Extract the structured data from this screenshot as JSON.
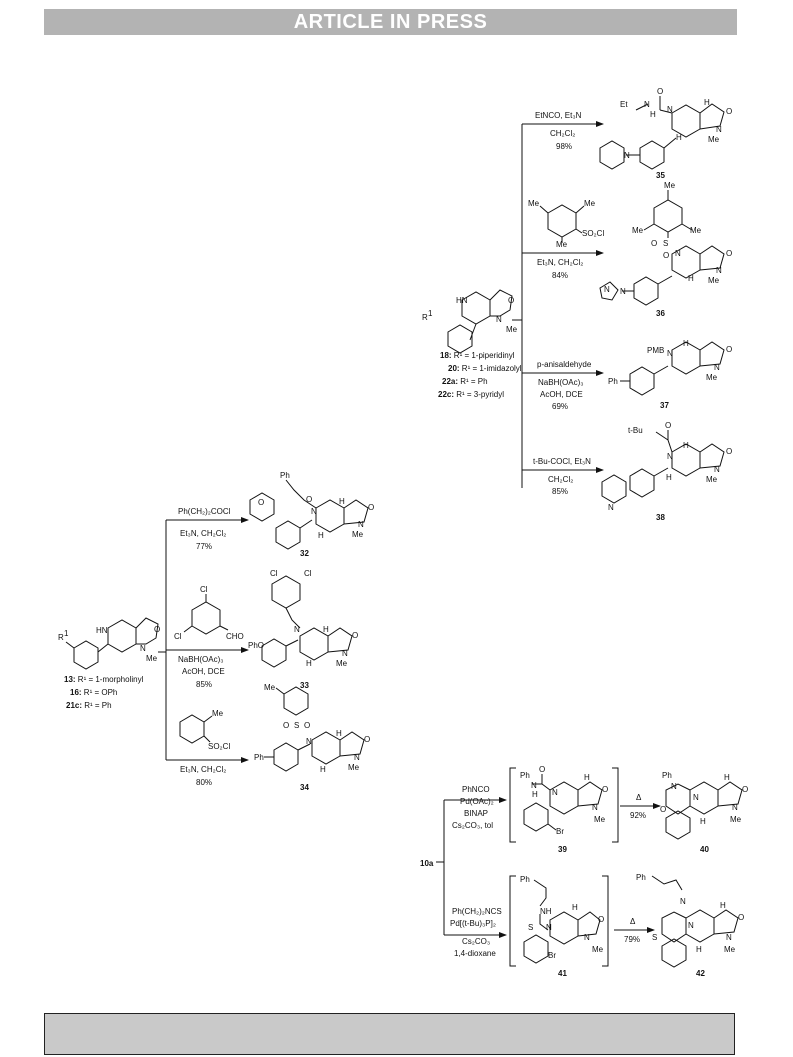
{
  "header": {
    "banner": "ARTICLE IN PRESS"
  },
  "scheme_top": {
    "sm": {
      "labels": [
        "HN",
        "O",
        "N",
        "Me",
        "R",
        "1"
      ],
      "caption": [
        {
          "bold": "18:",
          "rest": " R¹ = 1-piperidinyl"
        },
        {
          "bold": "20:",
          "rest": " R¹ = 1-imidazolyl"
        },
        {
          "bold": "22a:",
          "rest": " R¹ = Ph"
        },
        {
          "bold": "22c:",
          "rest": " R¹ = 3-pyridyl"
        }
      ]
    },
    "arrows": [
      {
        "reagent1": "EtNCO, Et₃N",
        "reagent2": "CH₂Cl₂",
        "yield": "98%"
      },
      {
        "reagent1": "Et₃N, CH₂Cl₂",
        "reagent2": "84%",
        "reagent_atoms": [
          "Me",
          "Me",
          "Me",
          "SO₂Cl"
        ]
      },
      {
        "reagent1": "p-anisaldehyde",
        "reagent2": "NaBH(OAc)₃",
        "reagent3": "AcOH, DCE",
        "yield": "69%"
      },
      {
        "reagent1": "t-Bu-COCl, Et₃N",
        "reagent2": "CH₂Cl₂",
        "yield": "85%"
      }
    ],
    "products": [
      {
        "id": "35",
        "atoms": [
          "Et",
          "N",
          "H",
          "O",
          "N",
          "H",
          "H",
          "O",
          "N",
          "Me",
          "N"
        ]
      },
      {
        "id": "36",
        "atoms": [
          "Me",
          "Me",
          "Me",
          "O",
          "S",
          "O",
          "N",
          "H",
          "O",
          "N",
          "Me",
          "N",
          "N"
        ]
      },
      {
        "id": "37",
        "atoms": [
          "PMB",
          "N",
          "H",
          "O",
          "N",
          "Me",
          "Ph"
        ]
      },
      {
        "id": "38",
        "atoms": [
          "O",
          "t-Bu",
          "N",
          "H",
          "H",
          "O",
          "N",
          "Me",
          "N"
        ]
      }
    ]
  },
  "scheme_left": {
    "sm": {
      "labels": [
        "HN",
        "O",
        "N",
        "Me",
        "R",
        "1"
      ],
      "caption": [
        {
          "bold": "13:",
          "rest": " R¹ = 1-morpholinyl"
        },
        {
          "bold": "16:",
          "rest": " R¹ = OPh"
        },
        {
          "bold": "21c:",
          "rest": " R¹ = Ph"
        }
      ]
    },
    "arrows": [
      {
        "reagent1": "Ph(CH₂)₂COCl",
        "reagent2": "Et₃N, CH₂Cl₂",
        "yield": "77%"
      },
      {
        "reagent1": "NaBH(OAc)₃",
        "reagent2": "AcOH, DCE",
        "yield": "85%",
        "reagent_atoms": [
          "Cl",
          "Cl",
          "CHO"
        ]
      },
      {
        "reagent1": "Et₃N, CH₂Cl₂",
        "yield": "80%",
        "reagent_atoms": [
          "Me",
          "SO₂Cl"
        ]
      }
    ],
    "products": [
      {
        "id": "32",
        "atoms": [
          "Ph",
          "O",
          "N",
          "O",
          "H",
          "H",
          "O",
          "N",
          "Me"
        ]
      },
      {
        "id": "33",
        "atoms": [
          "Cl",
          "Cl",
          "N",
          "H",
          "O",
          "N",
          "Me",
          "PhO",
          "H"
        ]
      },
      {
        "id": "34",
        "atoms": [
          "Me",
          "O",
          "S",
          "O",
          "N",
          "H",
          "O",
          "N",
          "Me",
          "Ph",
          "H"
        ]
      }
    ]
  },
  "scheme_bottom": {
    "sm_label": "10a",
    "arrows": [
      {
        "reagent1": "PhNCO",
        "reagent2": "Pd(OAc)₂",
        "reagent3": "BINAP",
        "reagent4": "Cs₂CO₃, tol"
      },
      {
        "reagent1": "Ph(CH₂)₂NCS",
        "reagent2": "Pd[(t-Bu)₃P]₂",
        "reagent3": "Cs₂CO₃",
        "reagent4": "1,4-dioxane"
      }
    ],
    "steps": [
      {
        "symbol": "Δ",
        "yield": "92%"
      },
      {
        "symbol": "Δ",
        "yield": "79%"
      }
    ],
    "compounds": [
      {
        "id": "39",
        "atoms": [
          "Ph",
          "N",
          "H",
          "O",
          "N",
          "H",
          "O",
          "N",
          "Me",
          "Br"
        ]
      },
      {
        "id": "40",
        "atoms": [
          "Ph",
          "N",
          "O",
          "N",
          "H",
          "H",
          "O",
          "N",
          "Me"
        ]
      },
      {
        "id": "41",
        "atoms": [
          "Ph",
          "NH",
          "S",
          "N",
          "H",
          "O",
          "N",
          "Me",
          "Br"
        ]
      },
      {
        "id": "42",
        "atoms": [
          "Ph",
          "N",
          "S",
          "N",
          "H",
          "H",
          "O",
          "N",
          "Me"
        ]
      }
    ]
  }
}
